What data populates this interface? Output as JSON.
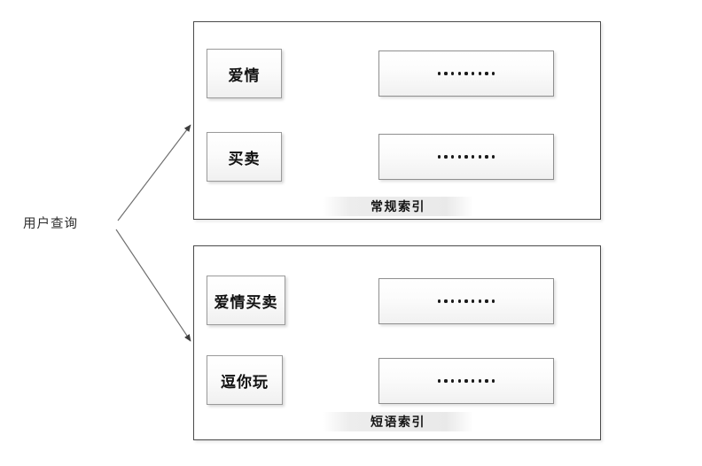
{
  "diagram": {
    "source": {
      "label": "用户查询"
    },
    "panels": [
      {
        "id": "regular",
        "caption": "常规索引",
        "rows": [
          {
            "term": "爱情",
            "posting_dots": 9
          },
          {
            "term": "买卖",
            "posting_dots": 9
          }
        ]
      },
      {
        "id": "phrase",
        "caption": "短语索引",
        "rows": [
          {
            "term": "爱情买卖",
            "posting_dots": 9
          },
          {
            "term": "逗你玩",
            "posting_dots": 9
          }
        ]
      }
    ],
    "colors": {
      "panel_border": "#4a4a4a",
      "box_border": "#9a9a9a",
      "arrow": "#555555",
      "text": "#111111",
      "background": "#ffffff"
    }
  }
}
